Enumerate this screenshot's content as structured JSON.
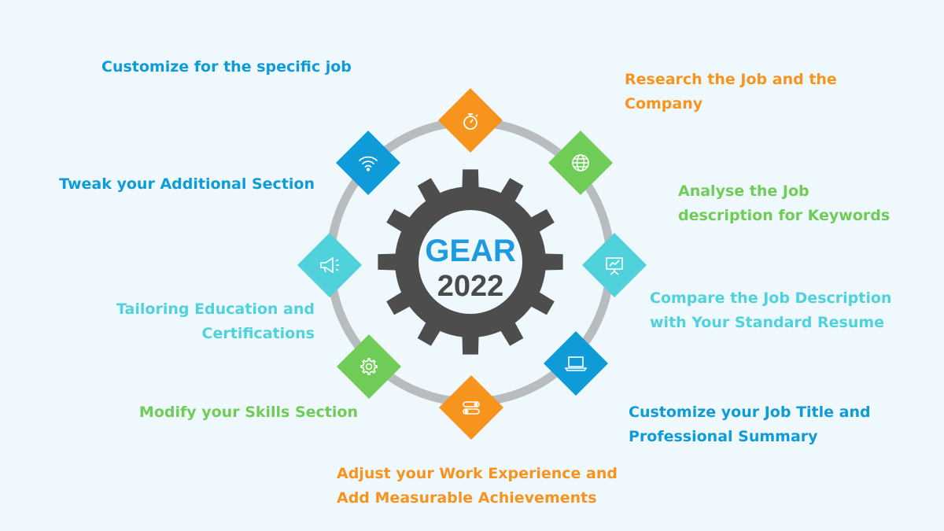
{
  "center": {
    "line1": "GEAR",
    "line2": "2022",
    "line1_color": "#1e9be0",
    "line2_color": "#4a4a4a",
    "gear_color": "#4d4d4d",
    "ring_color": "#b9bcbe"
  },
  "steps": [
    {
      "key": "research",
      "icon": "stopwatch-icon",
      "color": "#f7941d",
      "lines": [
        "Research the Job and the",
        "Company"
      ]
    },
    {
      "key": "analyse",
      "icon": "globe-icon",
      "color": "#6fcd57",
      "lines": [
        "Analyse the Job",
        "description for Keywords"
      ]
    },
    {
      "key": "compare",
      "icon": "presentation-board-icon",
      "color": "#4fd2dc",
      "lines": [
        "Compare the Job Description",
        "with Your Standard Resume"
      ]
    },
    {
      "key": "customize-title",
      "icon": "laptop-icon",
      "color": "#0f9ad8",
      "lines": [
        "Customize your Job Title and",
        "Professional Summary"
      ]
    },
    {
      "key": "adjust-experience",
      "icon": "toggle-switch-icon",
      "color": "#f7941d",
      "lines": [
        "Adjust your Work Experience and",
        "Add Measurable Achievements"
      ]
    },
    {
      "key": "modify-skills",
      "icon": "gear-icon",
      "color": "#6fcd57",
      "lines": [
        "Modify your Skills Section"
      ]
    },
    {
      "key": "tailoring-education",
      "icon": "megaphone-icon",
      "color": "#4fd2dc",
      "lines": [
        "Tailoring Education and",
        "Certifications"
      ]
    },
    {
      "key": "tweak-additional",
      "icon": "wifi-icon",
      "color": "#0f9ad8",
      "lines": [
        "Tweak your Additional Section"
      ]
    },
    {
      "key": "customize-job",
      "color": "#0f9ad8",
      "lines": [
        "Customize for the specific job"
      ]
    }
  ]
}
